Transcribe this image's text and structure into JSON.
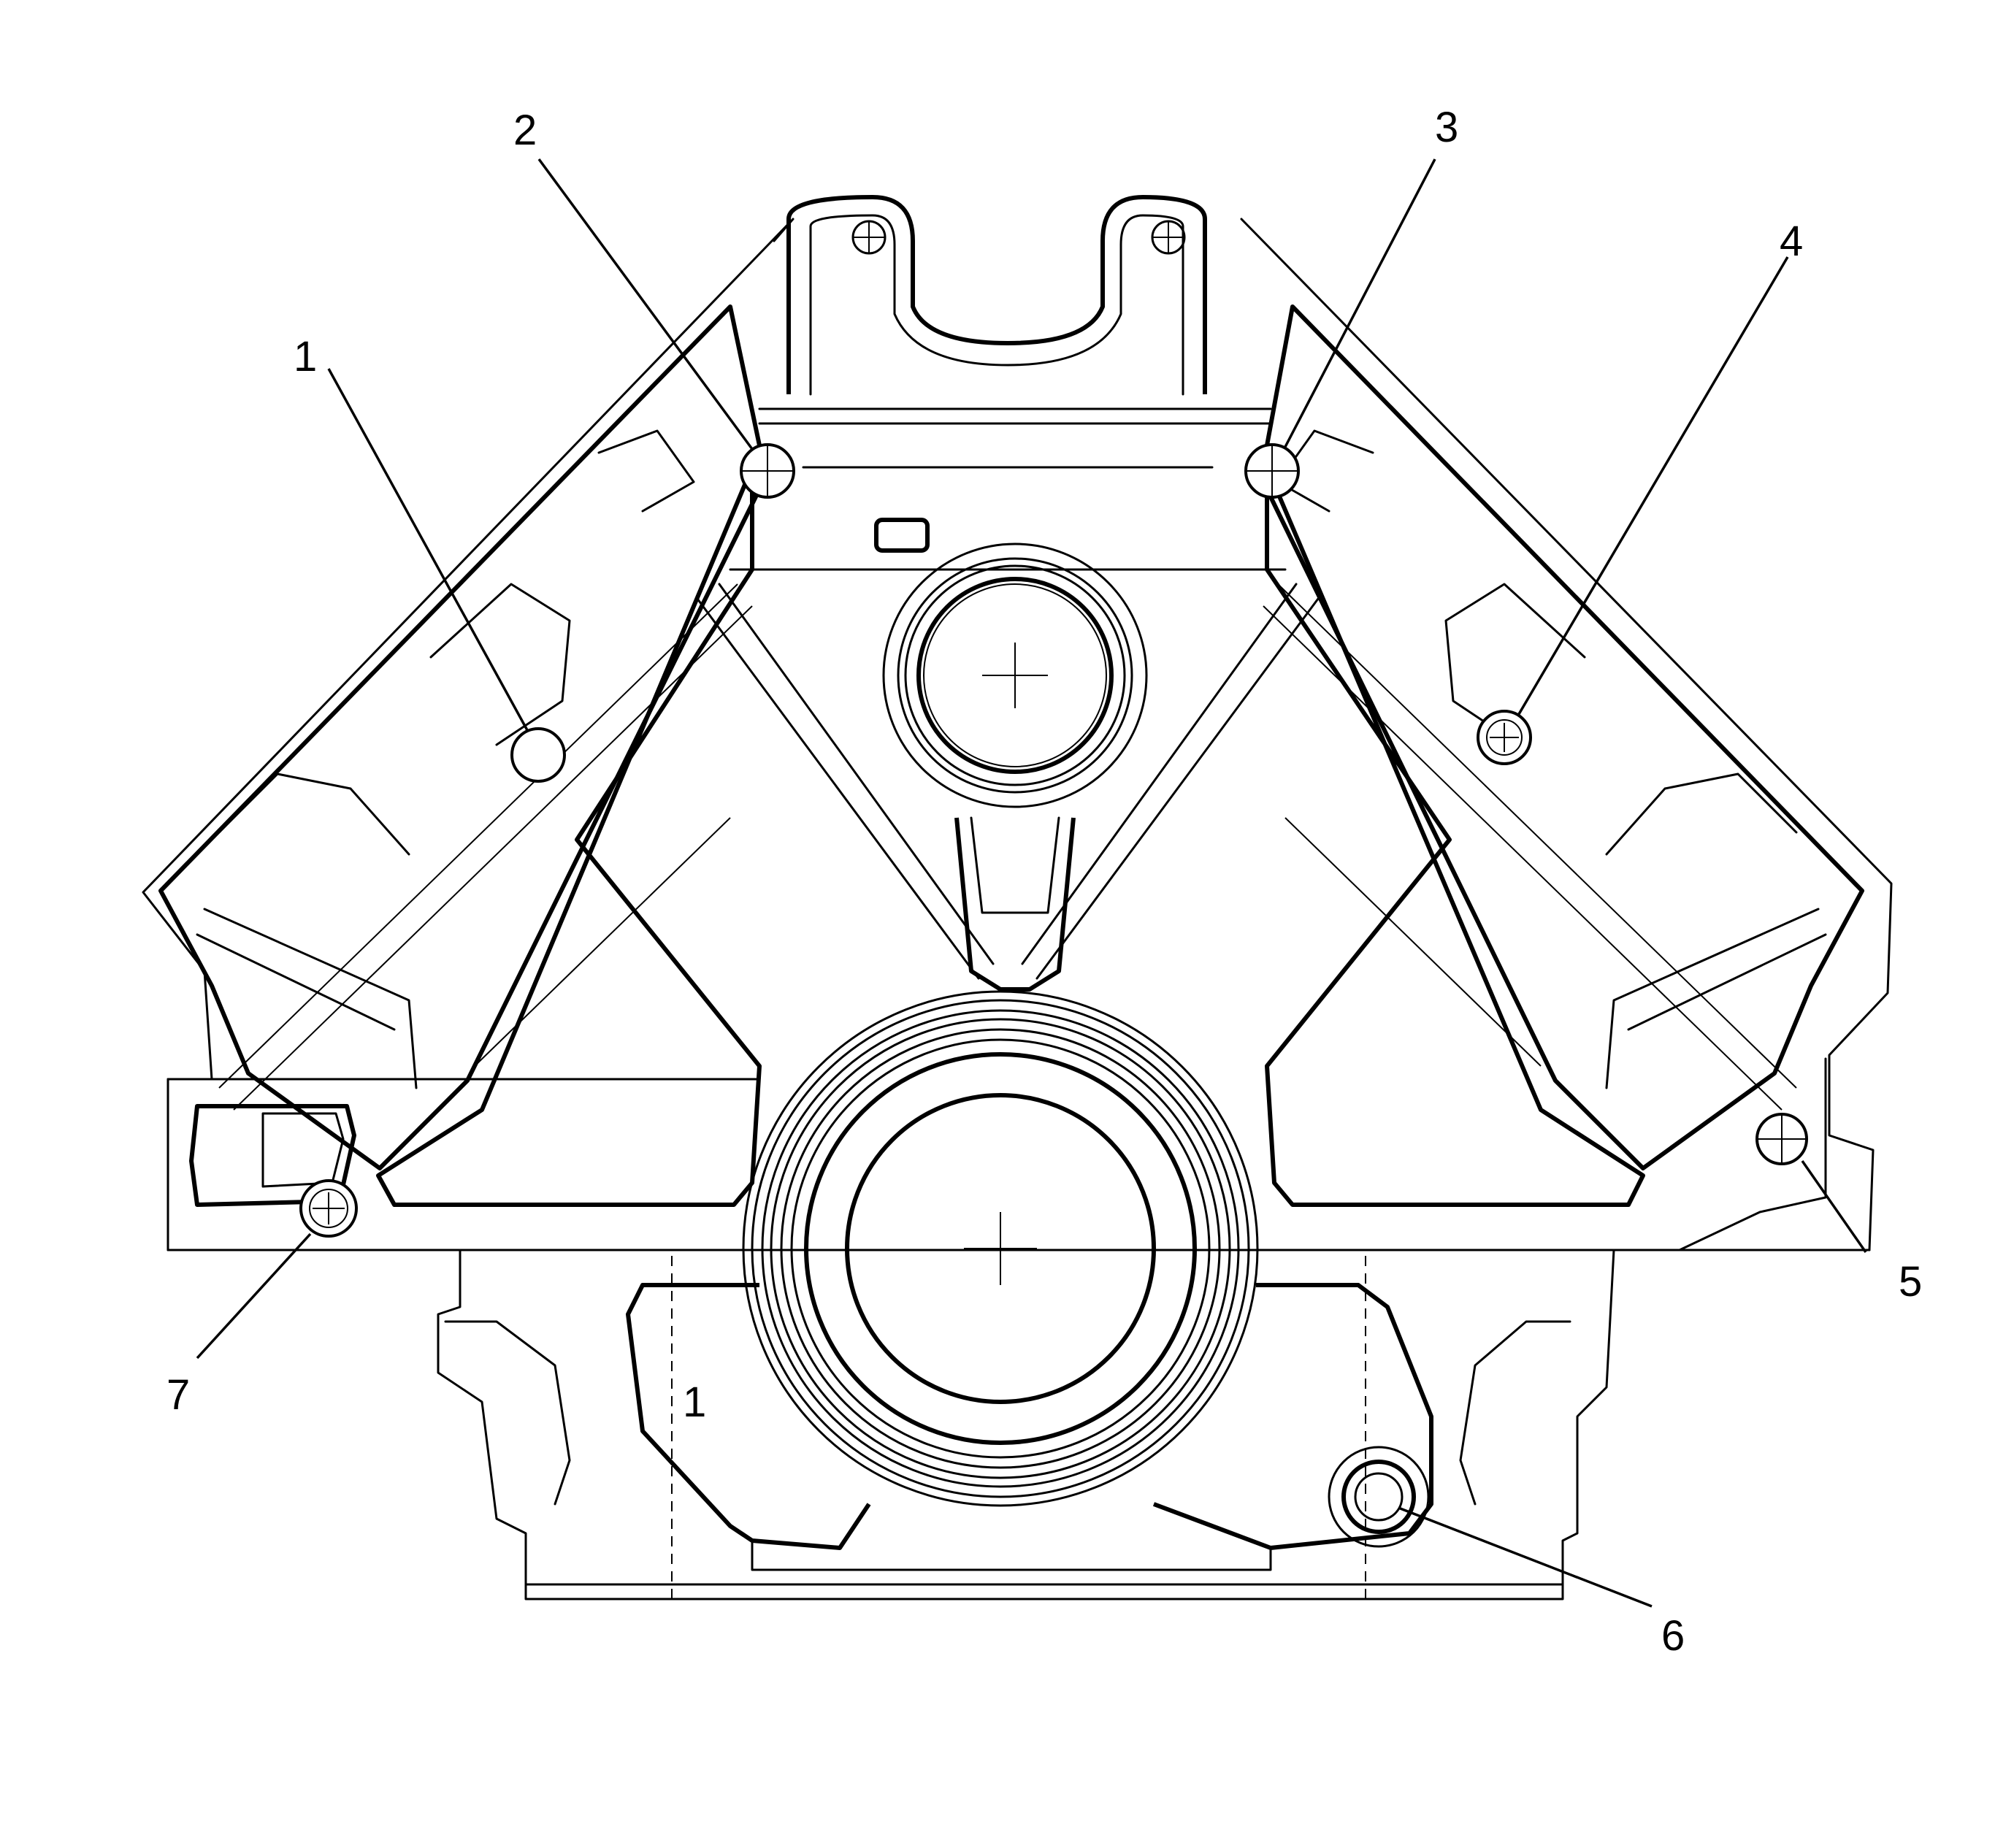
{
  "callouts": [
    {
      "id": "1",
      "label": "1"
    },
    {
      "id": "2",
      "label": "2"
    },
    {
      "id": "3",
      "label": "3"
    },
    {
      "id": "4",
      "label": "4"
    },
    {
      "id": "5",
      "label": "5"
    },
    {
      "id": "6",
      "label": "6"
    },
    {
      "id": "7",
      "label": "7"
    }
  ],
  "casting_mark": "1"
}
